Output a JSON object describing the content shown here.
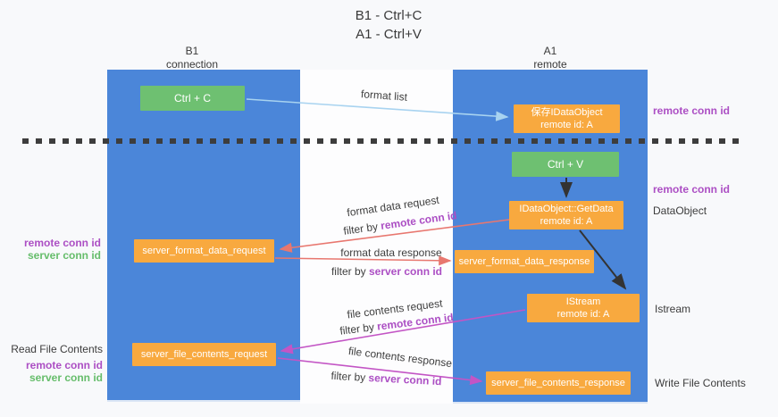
{
  "title": {
    "line1": "B1 - Ctrl+C",
    "line2": "A1 - Ctrl+V"
  },
  "lanes": {
    "left": {
      "name": "B1",
      "role": "connection"
    },
    "right": {
      "name": "A1",
      "role": "remote"
    }
  },
  "boxes": {
    "ctrl_c": {
      "label": "Ctrl + C"
    },
    "ctrl_v": {
      "label": "Ctrl + V"
    },
    "save_dataobject": {
      "line1": "保存IDataObject",
      "line2": "remote id: A"
    },
    "getdata": {
      "line1": "IDataObject::GetData",
      "line2": "remote id: A"
    },
    "istream": {
      "line1": "IStream",
      "line2": "remote id: A"
    },
    "format_request": {
      "label": "server_format_data_request"
    },
    "format_response": {
      "label": "server_format_data_response"
    },
    "file_request": {
      "label": "server_file_contents_request"
    },
    "file_response": {
      "label": "server_file_contents_response"
    }
  },
  "arrow_labels": {
    "format_list": "format list",
    "format_data_request": "format data request",
    "format_data_request_filter_prefix": "filter by ",
    "format_data_request_filter_key": "remote conn id",
    "format_data_response": "format data response",
    "format_data_response_filter_prefix": "filter by ",
    "format_data_response_filter_key": "server conn id",
    "file_contents_request": "file contents request",
    "file_contents_request_filter_prefix": "filter by ",
    "file_contents_request_filter_key": "remote conn id",
    "file_contents_response": "file contents response",
    "file_contents_response_filter_prefix": "filter by ",
    "file_contents_response_filter_key": "server conn id"
  },
  "side_labels": {
    "right_conn_top": "remote conn id",
    "right_conn_mid": "remote conn id",
    "dataobject": "DataObject",
    "istream": "Istream",
    "write_file": "Write File Contents",
    "left_format_remote": "remote conn id",
    "left_format_server": "server conn id",
    "read_file": "Read File Contents",
    "left_file_remote": "remote conn id",
    "left_file_server": "server conn id"
  },
  "colors": {
    "lane_blue": "#4b86d9",
    "box_green": "#6ec071",
    "box_orange": "#f8a93f",
    "arrow_salmon": "#e8776f",
    "arrow_magenta": "#c355c5",
    "arrow_light_blue": "#a8d3f0",
    "arrow_black": "#333333",
    "text_purple": "#ac4fc4",
    "text_green": "#66bd6b"
  }
}
